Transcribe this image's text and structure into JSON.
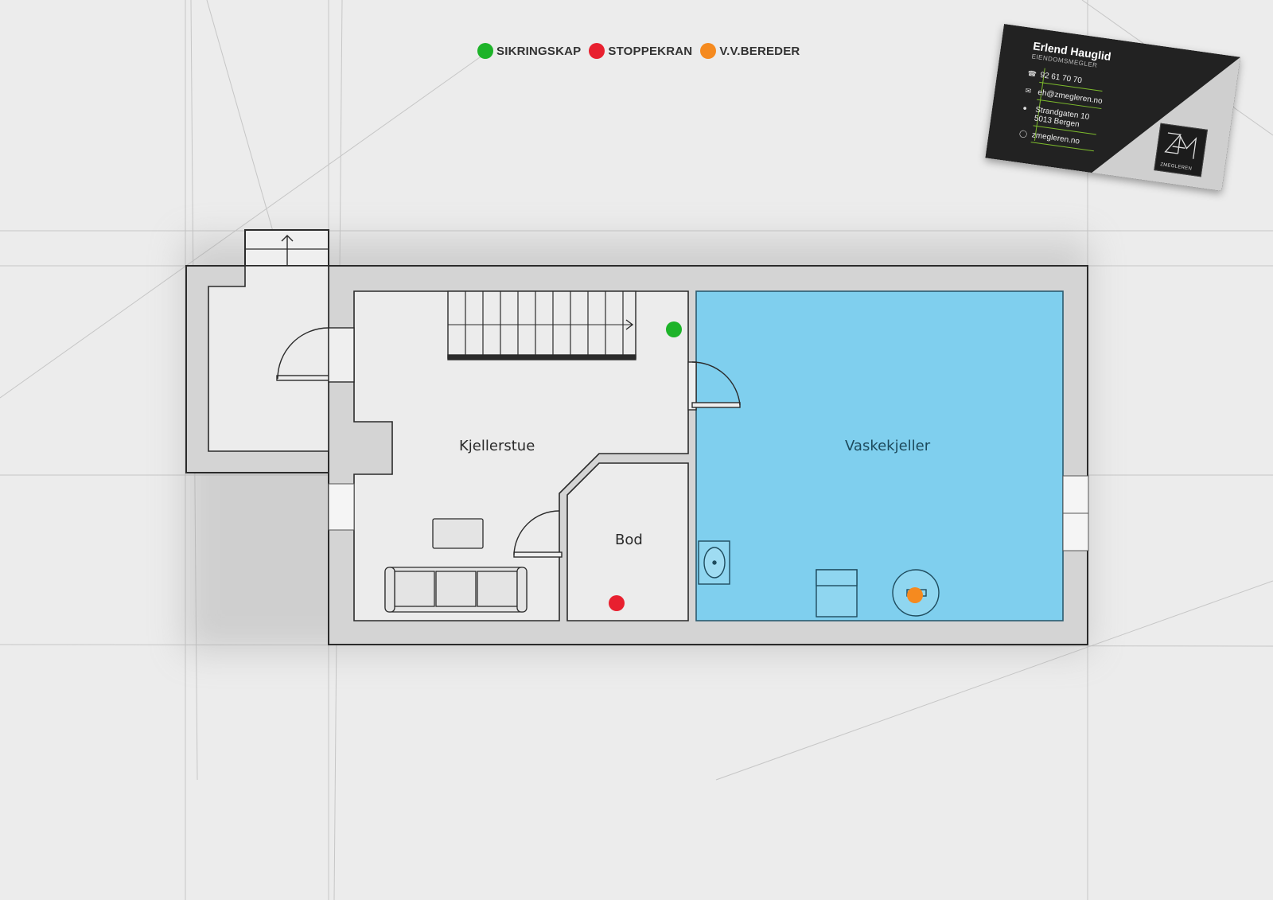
{
  "legend": {
    "items": [
      {
        "label": "SIKRINGSKAP",
        "color": "#1db329"
      },
      {
        "label": "STOPPEKRAN",
        "color": "#e8202f"
      },
      {
        "label": "V.V.BEREDER",
        "color": "#f58a1f"
      }
    ]
  },
  "rooms": {
    "kjellerstue": "Kjellerstue",
    "vaskekjeller": "Vaskekjeller",
    "bod": "Bod"
  },
  "colors": {
    "wall_fill": "#d4d4d4",
    "floor": "#ececec",
    "water_area": "#7fcfee",
    "line": "#2b2b2b"
  },
  "card": {
    "name": "Erlend Hauglid",
    "role": "EIENDOMSMEGLER",
    "phone": "92 61 70 70",
    "email": "eh@zmegleren.no",
    "address_line1": "Strandgaten 10",
    "address_line2": "5013 Bergen",
    "web": "zmegleren.no",
    "logo_text": "ZMEGLEREN",
    "phone_icon": "phone-icon",
    "email_icon": "mail-icon",
    "address_icon": "location-pin-icon",
    "web_icon": "globe-icon"
  }
}
